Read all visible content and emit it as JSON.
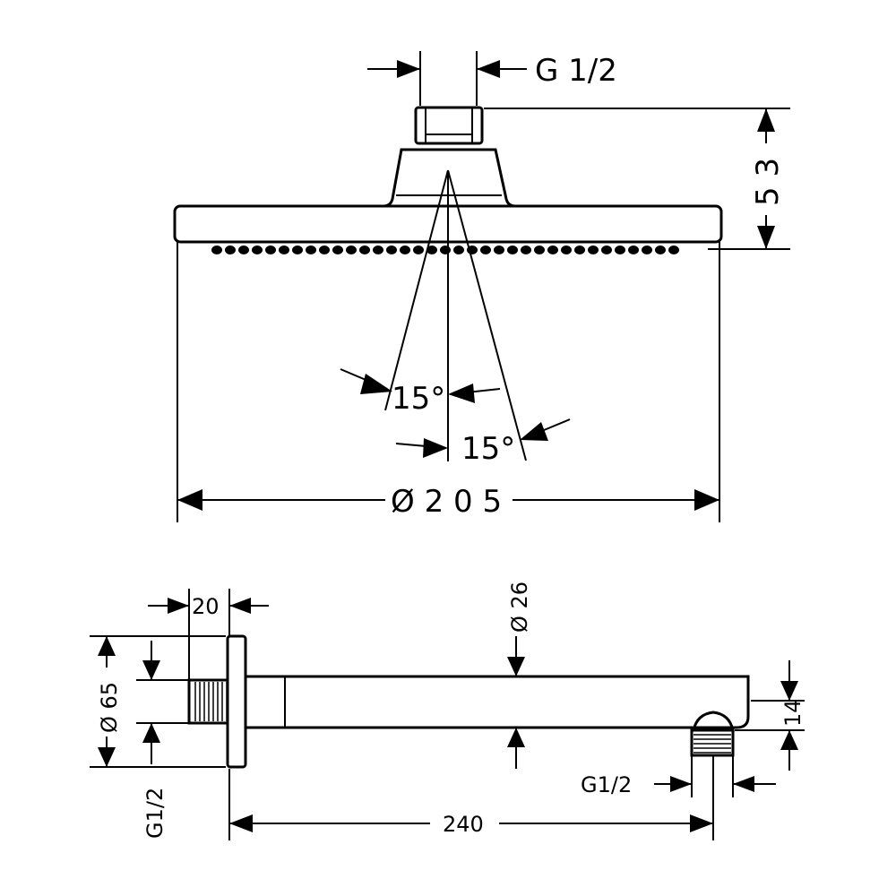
{
  "labels": {
    "thread_top": "G 1/2",
    "height": "5 3",
    "angle_left": "15°",
    "angle_right": "15°",
    "diameter_head": "Ø 2 0 5",
    "depth": "20",
    "flange_diameter": "Ø 65",
    "arm_diameter": "Ø 26",
    "thread_wall": "G1/2",
    "length": "240",
    "outlet_height": "14",
    "thread_outlet": "G1/2"
  }
}
